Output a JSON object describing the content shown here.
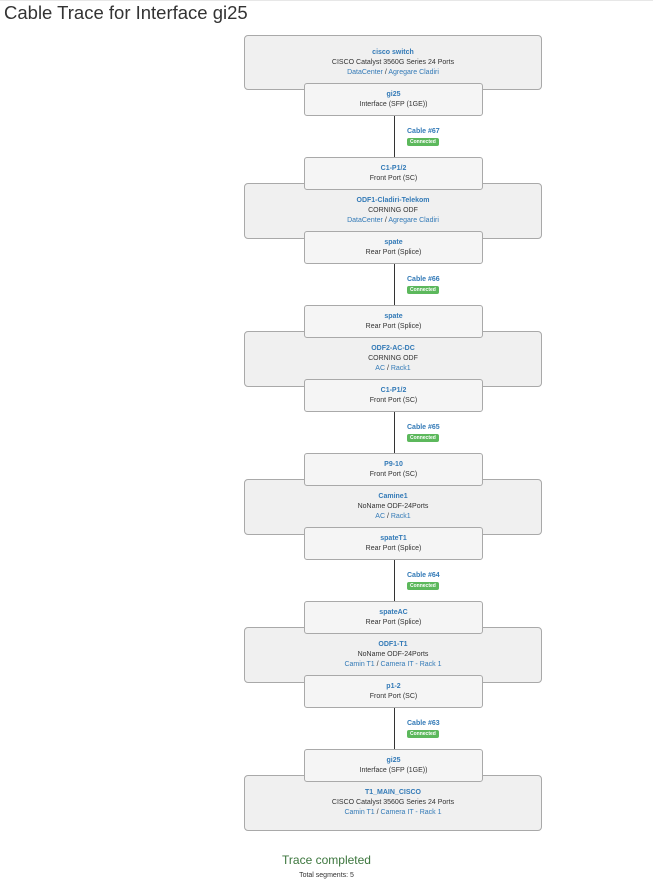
{
  "page": {
    "title": "Cable Trace for Interface gi25"
  },
  "devices": [
    {
      "name": "cisco switch",
      "type": "CISCO Catalyst 3560G Series 24 Ports",
      "site": "DataCenter",
      "rack": "Agregare Cladiri"
    },
    {
      "name": "ODF1-Cladiri-Telekom",
      "type": "CORNING ODF",
      "site": "DataCenter",
      "rack": "Agregare Cladiri"
    },
    {
      "name": "ODF2-AC-DC",
      "type": "CORNING ODF",
      "site": "AC",
      "rack": "Rack1"
    },
    {
      "name": "Camine1",
      "type": "NoName ODF-24Ports",
      "site": "AC",
      "rack": "Rack1"
    },
    {
      "name": "ODF1-T1",
      "type": "NoName ODF-24Ports",
      "site": "Camin T1",
      "rack": "Camera IT - Rack 1"
    },
    {
      "name": "T1_MAIN_CISCO",
      "type": "CISCO Catalyst 3560G Series 24 Ports",
      "site": "Camin T1",
      "rack": "Camera IT - Rack 1"
    }
  ],
  "ports": [
    {
      "name": "gi25",
      "type": "Interface (SFP (1GE))"
    },
    {
      "name": "C1-P1/2",
      "type": "Front Port (SC)"
    },
    {
      "name": "spate",
      "type": "Rear Port (Splice)"
    },
    {
      "name": "spate",
      "type": "Rear Port (Splice)"
    },
    {
      "name": "C1-P1/2",
      "type": "Front Port (SC)"
    },
    {
      "name": "P9-10",
      "type": "Front Port (SC)"
    },
    {
      "name": "spateT1",
      "type": "Rear Port (Splice)"
    },
    {
      "name": "spateAC",
      "type": "Rear Port (Splice)"
    },
    {
      "name": "p1-2",
      "type": "Front Port (SC)"
    },
    {
      "name": "gi25",
      "type": "Interface (SFP (1GE))"
    }
  ],
  "cables": [
    {
      "label": "Cable #67",
      "status": "Connected"
    },
    {
      "label": "Cable #66",
      "status": "Connected"
    },
    {
      "label": "Cable #65",
      "status": "Connected"
    },
    {
      "label": "Cable #64",
      "status": "Connected"
    },
    {
      "label": "Cable #63",
      "status": "Connected"
    }
  ],
  "footer": {
    "status": "Trace completed",
    "total": "Total segments: 5"
  },
  "colors": {
    "link": "#337ab7",
    "connected": "#5cb85c",
    "completed": "#3c763d"
  }
}
